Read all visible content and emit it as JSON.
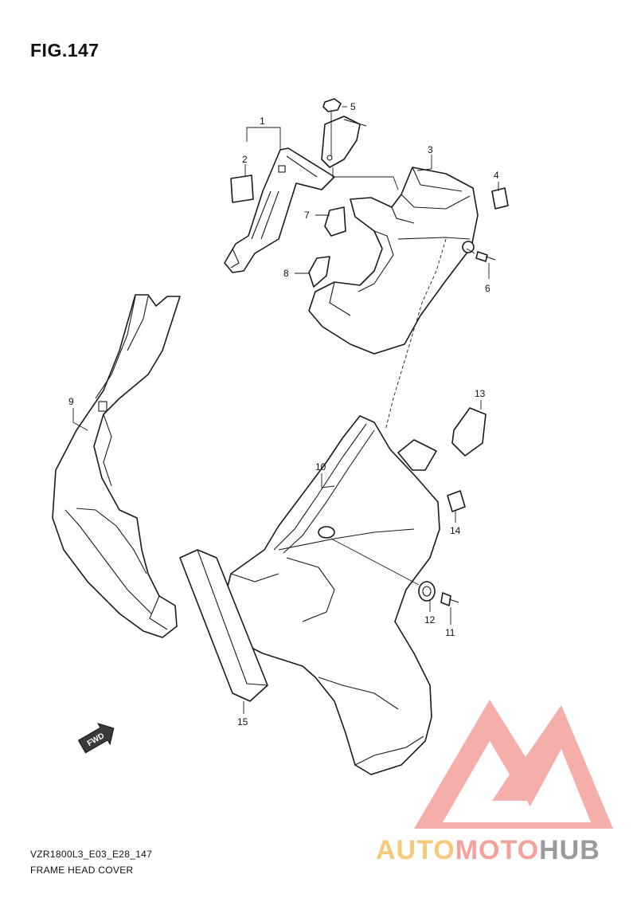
{
  "figure": {
    "title": "FIG.147",
    "diagram_code": "VZR1800L3_E03_E28_147",
    "caption": "FRAME HEAD COVER"
  },
  "callouts": [
    "1",
    "2",
    "3",
    "4",
    "5",
    "6",
    "7",
    "8",
    "9",
    "10",
    "11",
    "12",
    "13",
    "14",
    "15"
  ],
  "direction_label": "FWD",
  "watermark": {
    "part1": "AUTO",
    "part2": "MOTO",
    "part3": "HUB",
    "colors": {
      "auto": "#f7c97a",
      "moto": "#f4a19b",
      "hub": "#9a9a9a",
      "logo": "#f4a19b"
    }
  }
}
